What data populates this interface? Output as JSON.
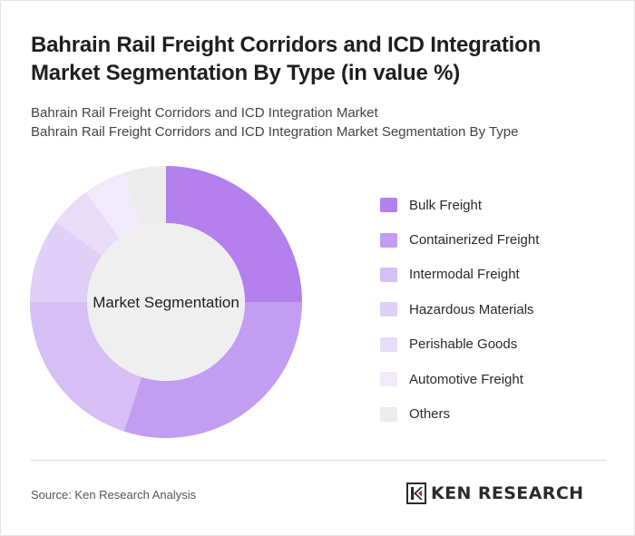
{
  "title": "Bahrain Rail Freight Corridors and ICD Integration Market Segmentation By Type (in value %)",
  "subtitle_lines": [
    "Bahrain Rail Freight Corridors and ICD Integration Market",
    "Bahrain Rail Freight Corridors and ICD Integration Market Segmentation By Type"
  ],
  "chart_data": {
    "type": "pie",
    "variant": "donut",
    "center_label": "Market Segmentation",
    "categories": [
      "Bulk Freight",
      "Containerized Freight",
      "Intermodal Freight",
      "Hazardous Materials",
      "Perishable Goods",
      "Automotive Freight",
      "Others"
    ],
    "values": [
      25,
      30,
      20,
      10,
      5,
      5,
      5
    ],
    "colors": [
      "#b380ee",
      "#c39df1",
      "#d6bff5",
      "#e0cff7",
      "#e8dcf9",
      "#f1eafb",
      "#ececec"
    ],
    "legend_position": "right"
  },
  "source": "Source: Ken Research Analysis",
  "logo": {
    "text": "KEN RESEARCH",
    "icon": "ken-research-k-logo"
  }
}
